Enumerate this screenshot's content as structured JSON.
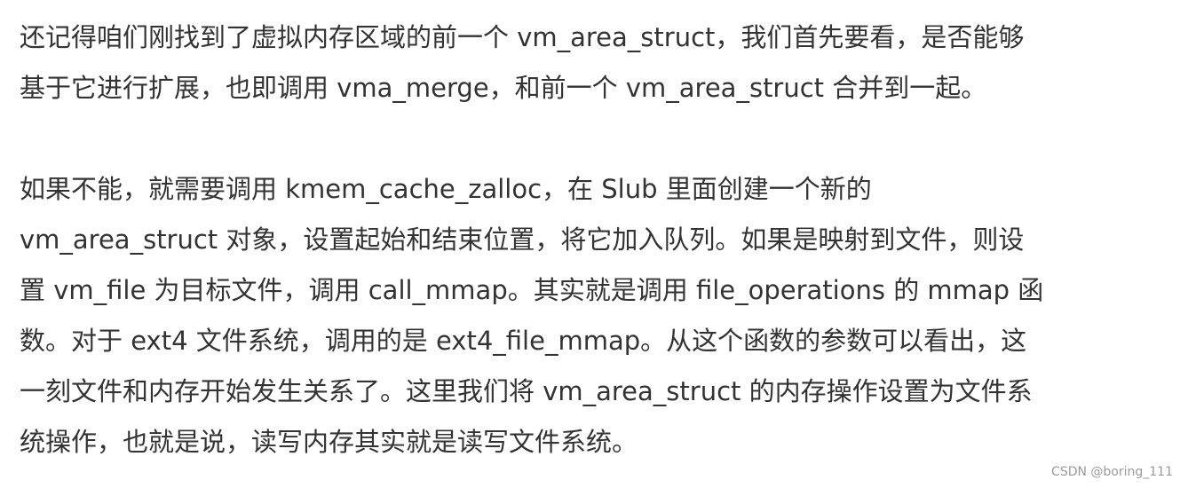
{
  "paragraphs": [
    {
      "lines": [
        "还记得咱们刚找到了虚拟内存区域的前一个 vm_area_struct，我们首先要看，是否能够",
        "基于它进行扩展，也即调用 vma_merge，和前一个 vm_area_struct 合并到一起。"
      ]
    },
    {
      "lines": [
        "如果不能，就需要调用 kmem_cache_zalloc，在 Slub 里面创建一个新的",
        "vm_area_struct 对象，设置起始和结束位置，将它加入队列。如果是映射到文件，则设",
        "置 vm_file 为目标文件，调用 call_mmap。其实就是调用 file_operations 的 mmap 函",
        "数。对于 ext4 文件系统，调用的是 ext4_file_mmap。从这个函数的参数可以看出，这",
        "一刻文件和内存开始发生关系了。这里我们将 vm_area_struct 的内存操作设置为文件系",
        "统操作，也就是说，读写内存其实就是读写文件系统。"
      ]
    }
  ],
  "watermark": "CSDN @boring_111"
}
